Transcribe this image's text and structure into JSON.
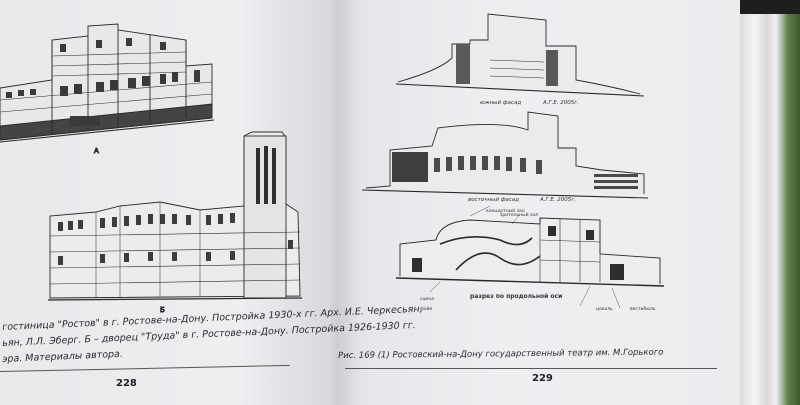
{
  "left_page": {
    "page_number": "228",
    "figure_labels": {
      "a": "А",
      "b": "Б"
    },
    "caption_lines": [
      "гостиница \"Ростов\" в г. Ростове-на-Дону. Постройка 1930-х гг. Арх. И.Е. Черкесьян,",
      "ьян, Л.Л. Эберг. Б – дворец \"Труда\" в г. Ростове-на-Дону. Постройка 1926-1930 гг.",
      "эра. Материалы автора."
    ]
  },
  "right_page": {
    "page_number": "229",
    "drawing_titles": {
      "south": "южный фасад",
      "east": "восточный фасад",
      "section": "разрез по продольной оси"
    },
    "caption": "Рис. 169 (1) Ростовский-на-Дону государственный театр им. М.Горького"
  }
}
